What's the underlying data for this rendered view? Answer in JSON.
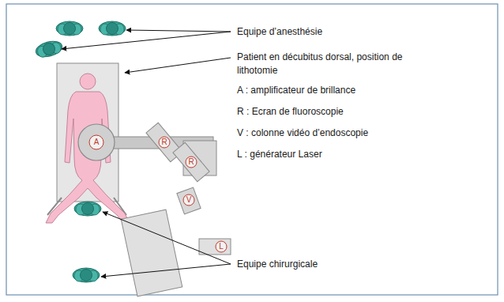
{
  "diagram": {
    "labels": [
      "Equipe d’anesthésie",
      "Patient en décubitus dorsal, position de lithotomie",
      "A : amplificateur de brillance",
      "R : Ecran de fluoroscopie",
      "V : colonne vidéo d’endoscopie",
      "L : générateur Laser",
      "Equipe chirurgicale",
      "A",
      "R",
      "R",
      "V",
      "L"
    ]
  }
}
